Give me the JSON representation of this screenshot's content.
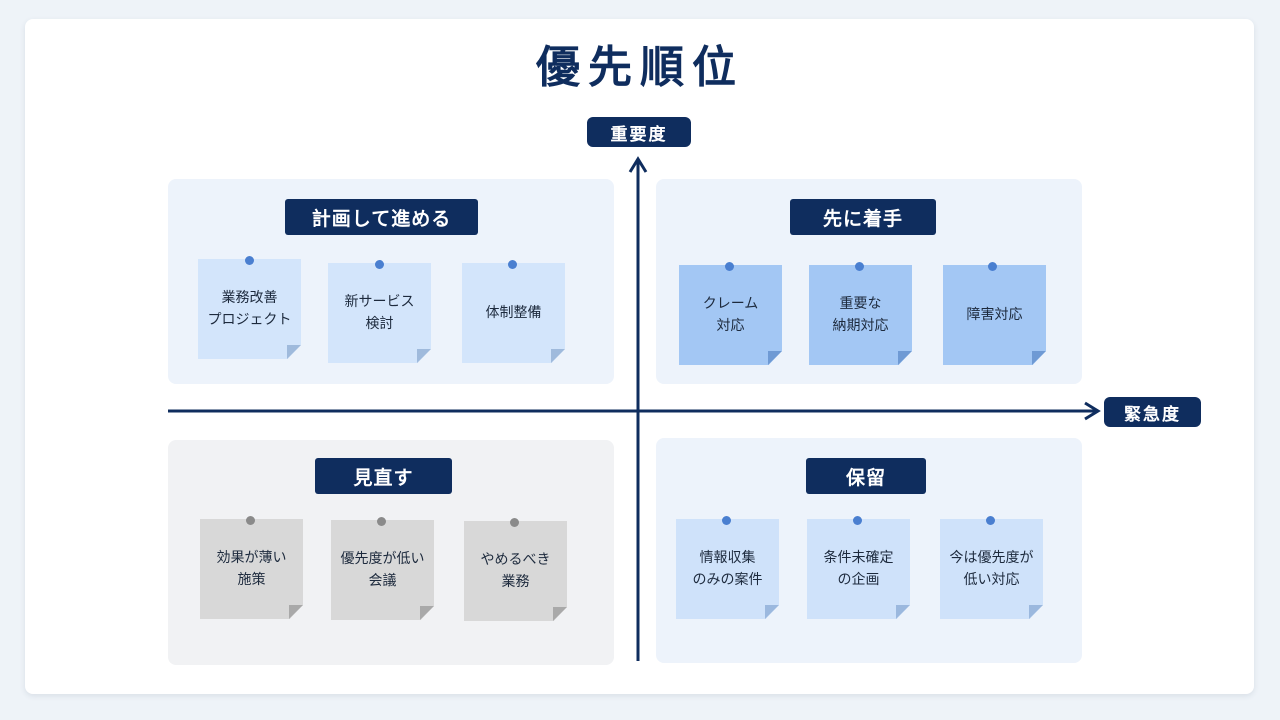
{
  "title": "優先順位",
  "axes": {
    "y_label": "重要度",
    "x_label": "緊急度"
  },
  "quadrants": [
    {
      "key": "top_left",
      "label": "計画して進める",
      "notes": [
        "業務改善\nプロジェクト",
        "新サービス\n検討",
        "体制整備"
      ]
    },
    {
      "key": "top_right",
      "label": "先に着手",
      "notes": [
        "クレーム\n対応",
        "重要な\n納期対応",
        "障害対応"
      ]
    },
    {
      "key": "bottom_left",
      "label": "見直す",
      "notes": [
        "効果が薄い\n施策",
        "優先度が低い\n会議",
        "やめるべき\n業務"
      ]
    },
    {
      "key": "bottom_right",
      "label": "保留",
      "notes": [
        "情報収集\nのみの案件",
        "条件未確定\nの企画",
        "今は優先度が\n低い対応"
      ]
    }
  ],
  "colors": {
    "navy": "#0f2d5e",
    "note_light_blue": "#d3e5fb",
    "note_mid_blue": "#a3c7f4",
    "note_gray": "#d8d8d8",
    "pin_blue": "#4a7fd0",
    "pin_gray": "#8a8a8a"
  }
}
